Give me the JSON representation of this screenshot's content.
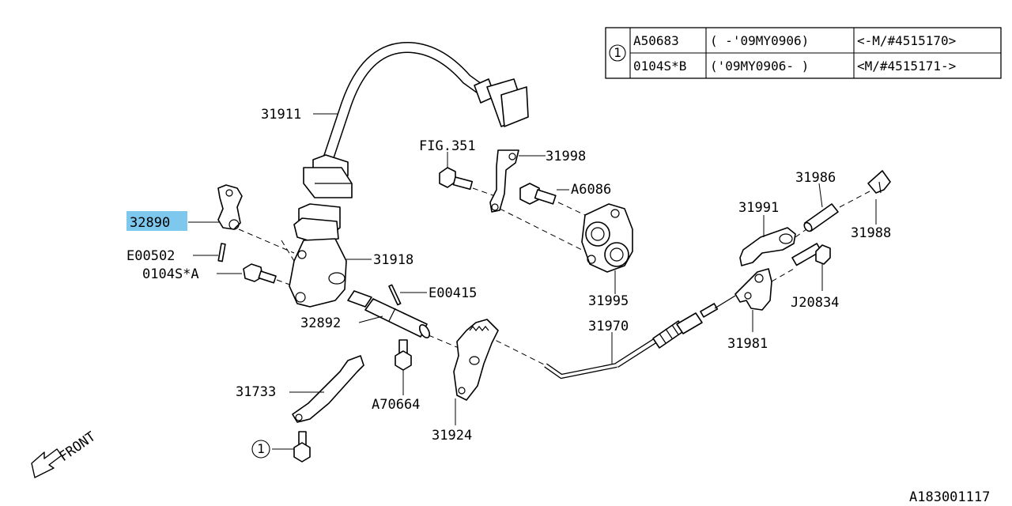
{
  "table": {
    "ref_marker": "1",
    "rows": [
      {
        "part": "A50683",
        "model": "(  -'09MY0906)",
        "serial": "<-M/#4515170>"
      },
      {
        "part": "0104S*B",
        "model": "('09MY0906-  )",
        "serial": "<M/#4515171->"
      }
    ]
  },
  "labels": {
    "p31911": "31911",
    "fig351": "FIG.351",
    "p31998": "31998",
    "a6086": "A6086",
    "p31986": "31986",
    "p31991": "31991",
    "p31988": "31988",
    "p32890": "32890",
    "e00502": "E00502",
    "p0104sa": "0104S*A",
    "p31918": "31918",
    "p31995": "31995",
    "e00415": "E00415",
    "j20834": "J20834",
    "p32892": "32892",
    "p31970": "31970",
    "p31981": "31981",
    "p31733": "31733",
    "a70664": "A70664",
    "p31924": "31924",
    "callout1": "1",
    "front": "FRONT",
    "diagram_id": "A183001117"
  },
  "highlight_color": "#7ec8ee"
}
